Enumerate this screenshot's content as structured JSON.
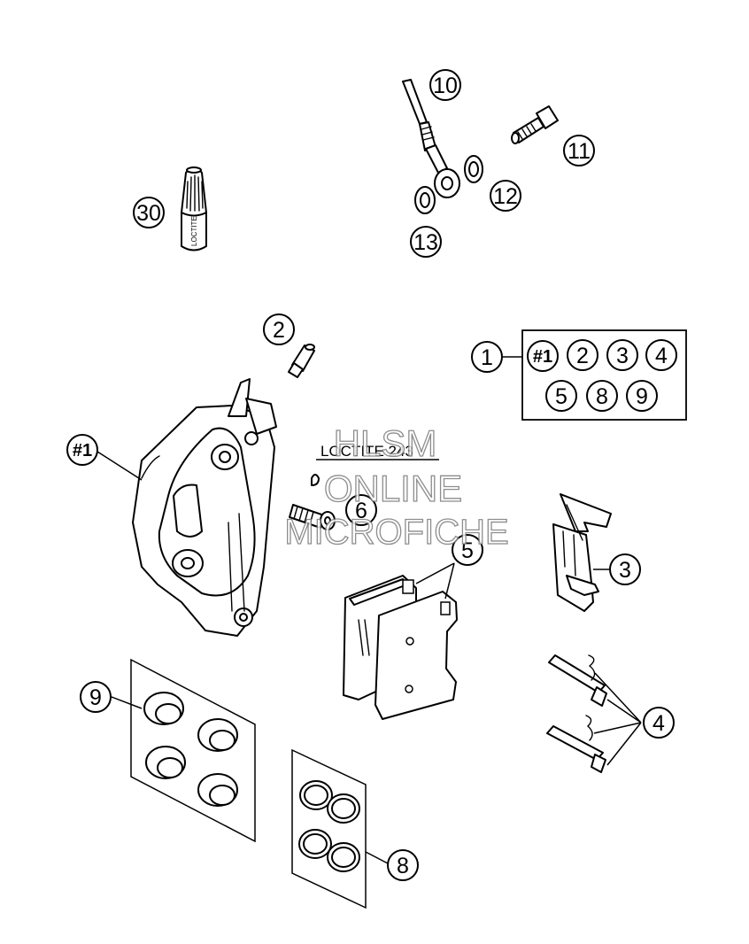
{
  "callouts": {
    "c30": "30",
    "c10": "10",
    "c11": "11",
    "c12": "12",
    "c13": "13",
    "c2": "2",
    "c1": "1",
    "cbody": "#1",
    "c6": "6",
    "c5": "5",
    "c3": "3",
    "c9": "9",
    "c4": "4",
    "c8": "8"
  },
  "kit": {
    "items": [
      "#1",
      "2",
      "3",
      "4",
      "5",
      "8",
      "9"
    ]
  },
  "labels": {
    "loctite_note": "LOCTITE 243",
    "loctite_bottle": "LOCTITE"
  },
  "watermark": {
    "line1": "HLSM",
    "line2": "ONLINE",
    "line3": "MICROFICHE"
  },
  "icons": {
    "loctite_bottle": "glue-bottle-icon",
    "brake_line": "brake-hose-icon",
    "banjo_bolt": "bolt-icon",
    "caliper": "brake-caliper-icon",
    "pads": "brake-pad-icon",
    "pins": "pad-pin-icon",
    "spring": "pad-spring-icon",
    "seals": "seal-ring-icon",
    "pistons": "piston-icon"
  }
}
